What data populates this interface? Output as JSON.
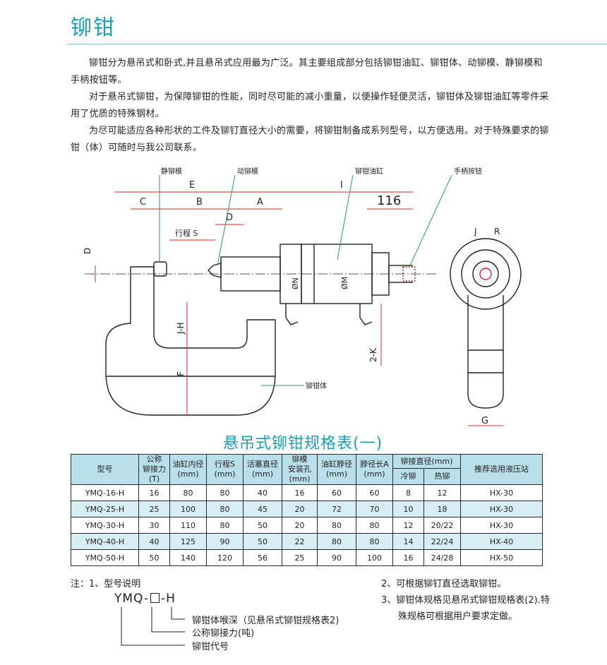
{
  "page": {
    "title": "铆钳",
    "intro": [
      "铆钳分为悬吊式和卧式,并且悬吊式应用最为广泛。其主要组成部分包括铆钳油缸、铆钳体、动铆模、静铆模和手柄按钮等。",
      "对于悬吊式铆钳，为保障铆钳的性能，同时尽可能的减小重量，以便操作轻便灵活，铆钳体及铆钳油缸等零件采用了优质的特殊钢材。",
      "为尽可能适应各种形状的工件及铆钉直径大小的需要，将铆钳制备成系列型号，以方便选用。对于特殊要求的铆钳（体）可随时与我公司联系。"
    ]
  },
  "drawing": {
    "callouts": {
      "static_die": "静铆模",
      "moving_die": "动铆模",
      "cylinder": "铆钳油缸",
      "handle_button": "手柄按钮",
      "body": "铆钳体"
    },
    "dims": {
      "E": "E",
      "I": "I",
      "C": "C",
      "B": "B",
      "A": "A",
      "D": "D",
      "stroke": "行程 S",
      "dim116": "116",
      "ON": "ØN",
      "OM": "ØM",
      "H": "J-H",
      "F": "F",
      "K": "2-K",
      "G": "G",
      "J": "J",
      "R": "R",
      "small_d": "D"
    }
  },
  "table": {
    "title": "悬吊式铆钳规格表(一)",
    "headers": {
      "model": "型号",
      "force": [
        "公称",
        "铆接力",
        "(T)"
      ],
      "bore": [
        "油缸内径",
        "(mm)"
      ],
      "stroke": [
        "行程S",
        "(mm)"
      ],
      "piston": [
        "活塞直径",
        "(mm)"
      ],
      "hole": [
        "铆模",
        "安装孔",
        "(mm)"
      ],
      "neck_dia": [
        "油缸脖径",
        "(mm)"
      ],
      "neck_len": [
        "脖径长A",
        "(mm)"
      ],
      "rivet_dia": "铆接直径(mm)",
      "cold": "冷铆",
      "hot": "热铆",
      "station": "推荐选用液压站"
    },
    "rows": [
      [
        "YMQ-16-H",
        "16",
        "80",
        "80",
        "40",
        "16",
        "60",
        "60",
        "8",
        "12",
        "HX-30"
      ],
      [
        "YMQ-25-H",
        "25",
        "100",
        "80",
        "45",
        "20",
        "72",
        "70",
        "10",
        "18",
        "HX-30"
      ],
      [
        "YMQ-30-H",
        "30",
        "110",
        "80",
        "50",
        "20",
        "80",
        "80",
        "12",
        "20/22",
        "HX-30"
      ],
      [
        "YMQ-40-H",
        "40",
        "125",
        "90",
        "50",
        "22",
        "80",
        "80",
        "14",
        "22/24",
        "HX-40"
      ],
      [
        "YMQ-50-H",
        "50",
        "140",
        "120",
        "56",
        "25",
        "90",
        "100",
        "16",
        "24/28",
        "HX-50"
      ]
    ]
  },
  "notes": {
    "n1": "注：1、型号说明",
    "code_prefix": "YMQ-",
    "code_suffix": "-H",
    "legend": [
      "铆钳体喉深（见悬吊式铆钳规格表2)",
      "公称铆接力(吨)",
      "铆钳代号"
    ],
    "n2": "2、可根据铆钉直径选取铆钳。",
    "n3": "3、铆钳体规格见悬吊式铆钳规格表(2).特殊规格可根据用户要求定做。"
  },
  "colors": {
    "accent": "#1a9fb3",
    "header_fill": "#b9e0ea",
    "row_fill": "#d6eef4",
    "dim_red": "#d9272e",
    "leader_green": "#2a9d5c"
  }
}
